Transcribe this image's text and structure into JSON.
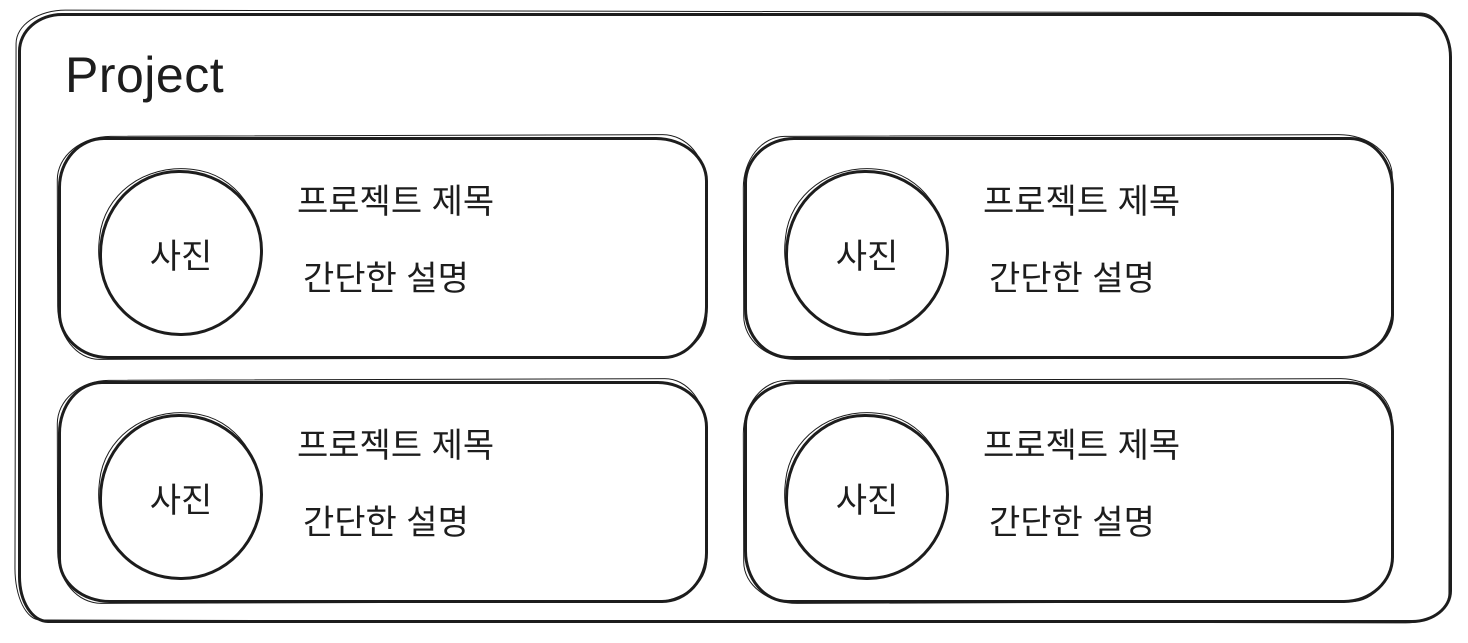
{
  "section": {
    "title": "Project"
  },
  "cards": [
    {
      "photo_label": "사진",
      "title": "프로젝트 제목",
      "description": "간단한 설명"
    },
    {
      "photo_label": "사진",
      "title": "프로젝트 제목",
      "description": "간단한 설명"
    },
    {
      "photo_label": "사진",
      "title": "프로젝트 제목",
      "description": "간단한 설명"
    },
    {
      "photo_label": "사진",
      "title": "프로젝트 제목",
      "description": "간단한 설명"
    }
  ],
  "colors": {
    "stroke": "#1d1d1d",
    "background": "#ffffff",
    "text": "#1d1d1d"
  }
}
